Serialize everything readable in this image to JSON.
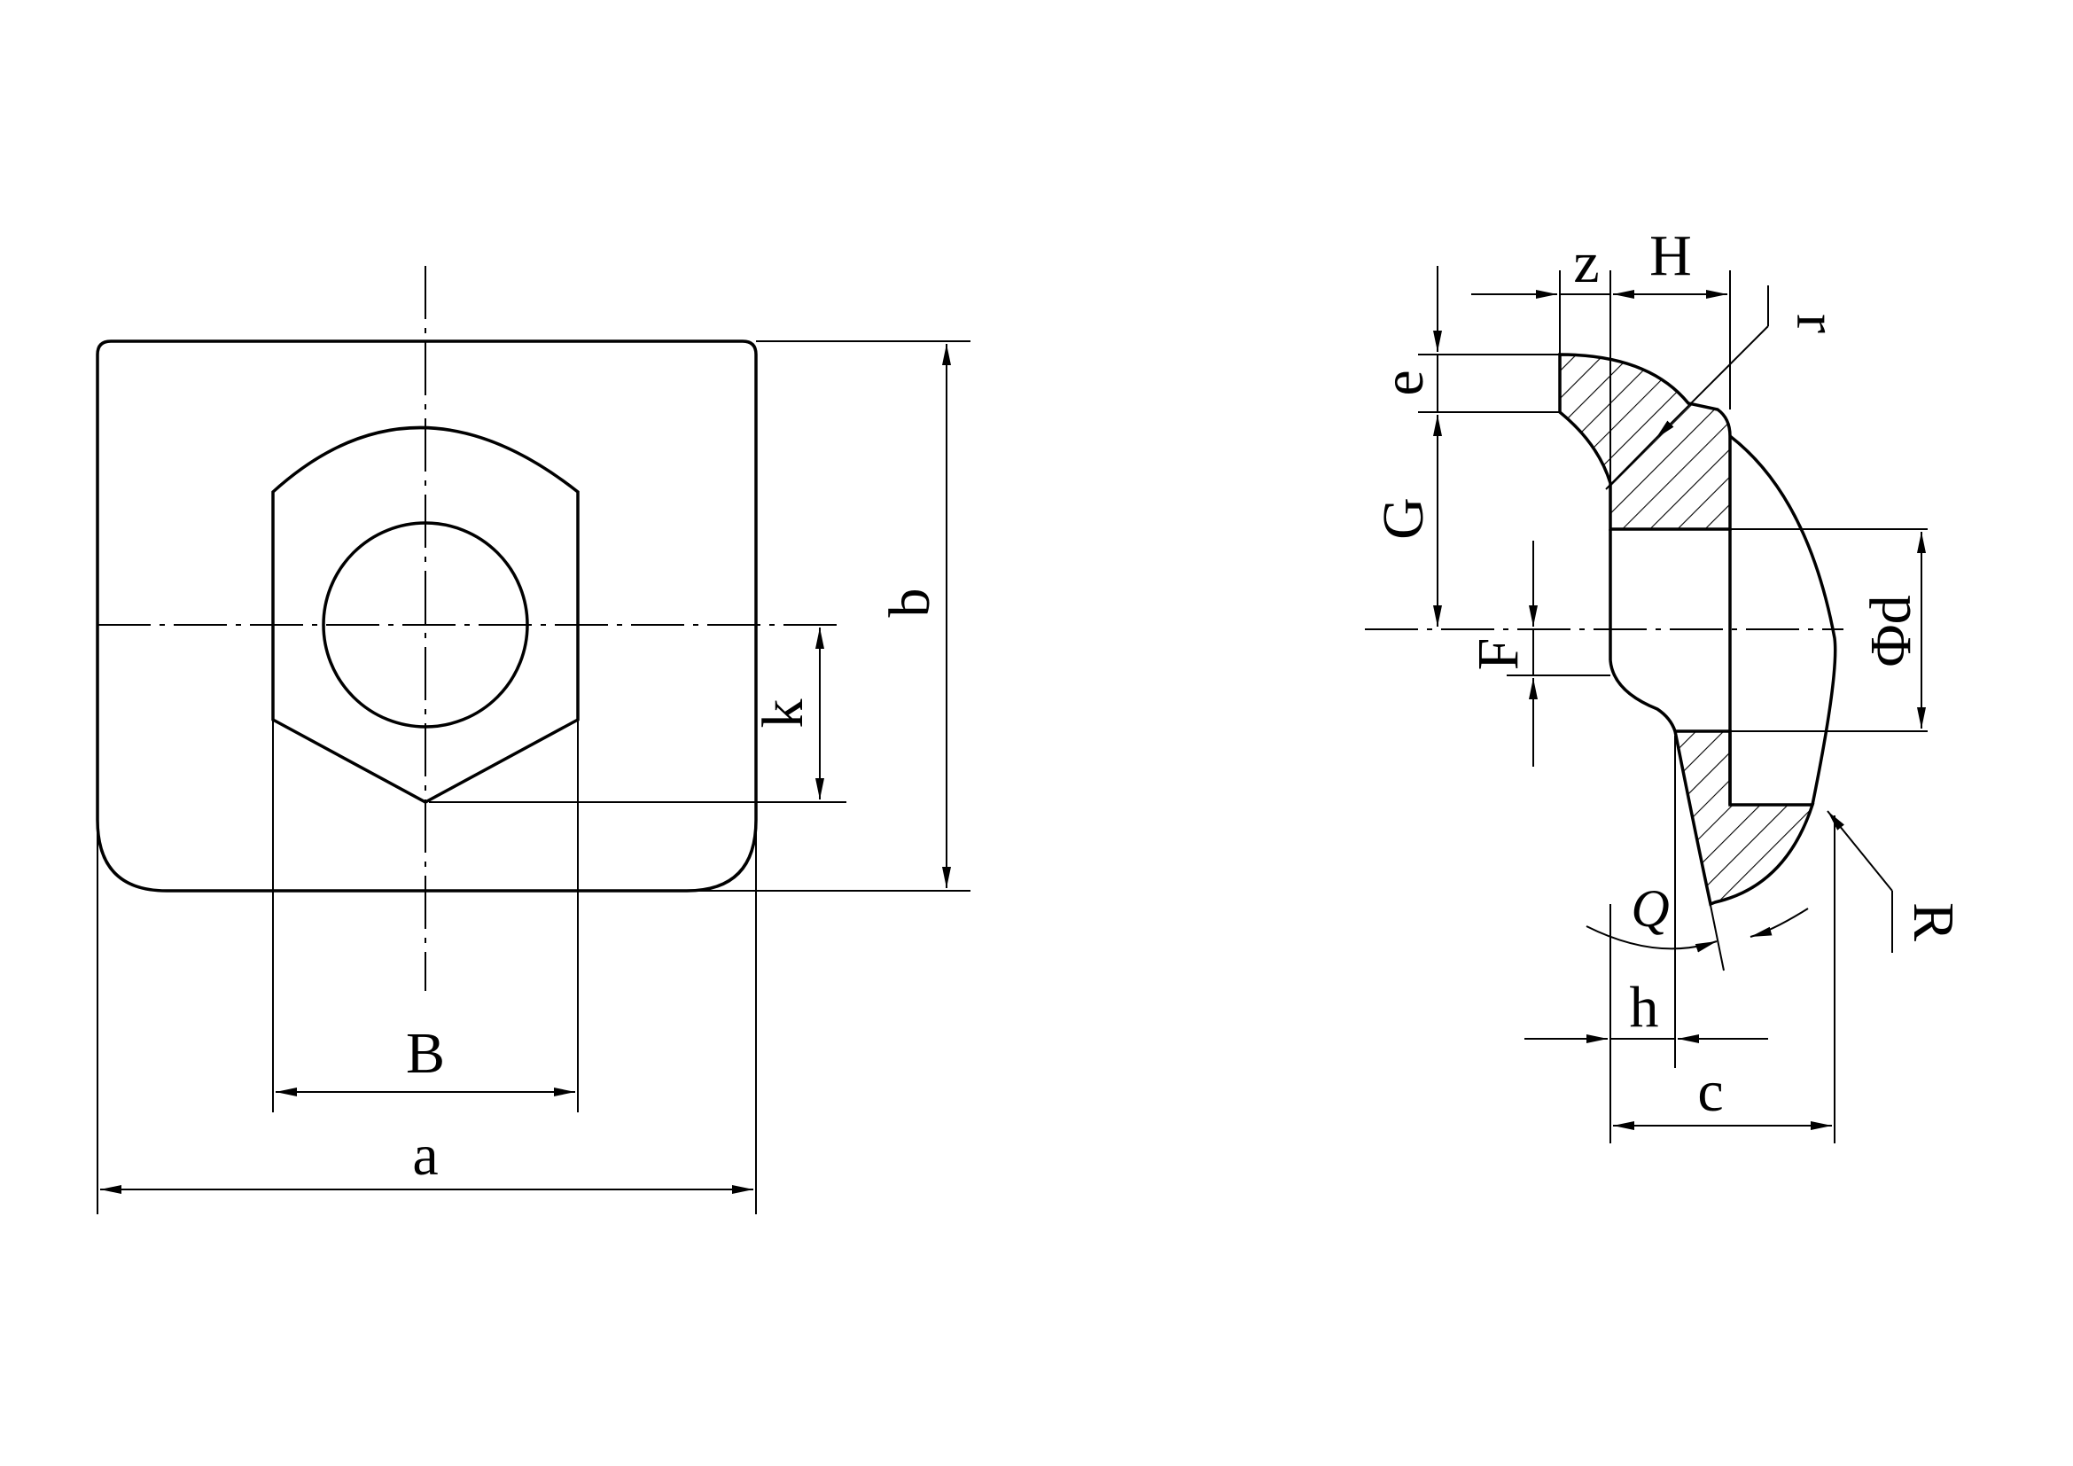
{
  "labels": {
    "a": "a",
    "b": "b",
    "B": "B",
    "k": "k",
    "z": "z",
    "H": "H",
    "r": "r",
    "e": "e",
    "G": "G",
    "F": "F",
    "phi_d": "Φd",
    "Q": "Q",
    "R": "R",
    "h": "h",
    "c": "c"
  }
}
